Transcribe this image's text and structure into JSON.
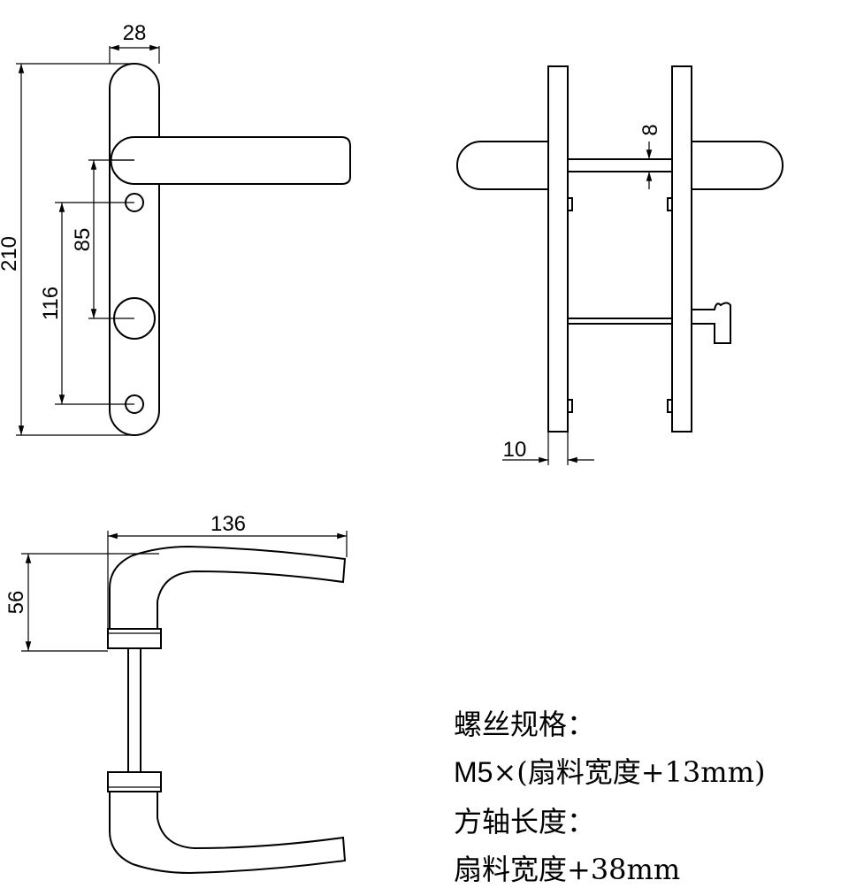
{
  "dimensions": {
    "plate_width": "28",
    "plate_height": "210",
    "hole_to_square": "85",
    "hole_to_bottom_hole": "116",
    "plate_thickness": "10",
    "spindle_size": "8",
    "lever_length": "136",
    "lever_height": "56"
  },
  "notes": {
    "screw_title": "螺丝规格：",
    "screw_prefix": "M5",
    "screw_spec": "×(扇料宽度+13mm)",
    "spindle_title": "方轴长度：",
    "spindle_spec": "扇料宽度+38mm"
  }
}
